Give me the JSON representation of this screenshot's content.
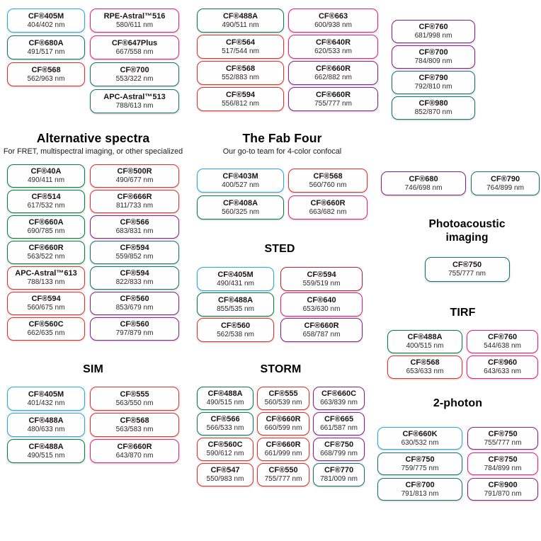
{
  "palette": {
    "blue": "#29ABE2",
    "green": "#00843D",
    "teal": "#13766B",
    "red": "#E33127",
    "crimson": "#B02A30",
    "pink": "#EC1E79",
    "purple": "#87218A"
  },
  "sections": [
    {
      "id": "top-left",
      "cols": [
        [
          {
            "n": "CF®405M",
            "v": "404/402 nm",
            "c": "blue"
          },
          {
            "n": "CF®680A",
            "v": "491/517 nm",
            "c": "teal"
          },
          {
            "n": "CF®568",
            "v": "562/963 nm",
            "c": "red"
          }
        ],
        [
          {
            "n": "RPE-Astral™516",
            "v": "580/611 nm",
            "c": "pink"
          },
          {
            "n": "CF®647Plus",
            "v": "667/558 nm",
            "c": "pink"
          },
          {
            "n": "CF®700",
            "v": "553/322 nm",
            "c": "teal"
          },
          {
            "n": "APC-Astral™513",
            "v": "788/613 nm",
            "c": "teal"
          }
        ]
      ]
    },
    {
      "id": "top-mid",
      "cols": [
        [
          {
            "n": "CF®488A",
            "v": "490/511 nm",
            "c": "green"
          },
          {
            "n": "CF®564",
            "v": "517/544 nm",
            "c": "red"
          },
          {
            "n": "CF®568",
            "v": "552/883 nm",
            "c": "red"
          },
          {
            "n": "CF®594",
            "v": "556/812 nm",
            "c": "red"
          }
        ],
        [
          {
            "n": "CF®663",
            "v": "600/938 nm",
            "c": "pink"
          },
          {
            "n": "CF®640R",
            "v": "620/533 nm",
            "c": "pink"
          },
          {
            "n": "CF®660R",
            "v": "662/882 nm",
            "c": "purple"
          },
          {
            "n": "CF®660R",
            "v": "755/777 nm",
            "c": "purple"
          }
        ]
      ]
    },
    {
      "id": "top-right",
      "cols": [
        [
          {
            "n": "CF®760",
            "v": "681/998 nm",
            "c": "purple"
          },
          {
            "n": "CF®700",
            "v": "784/809 nm",
            "c": "purple"
          },
          {
            "n": "CF®790",
            "v": "792/810 nm",
            "c": "teal"
          },
          {
            "n": "CF®980",
            "v": "852/870 nm",
            "c": "teal"
          }
        ]
      ]
    },
    {
      "id": "alternative",
      "title": "Alternative spectra",
      "subtitle": "For FRET, multispectral imaging, or other specialized",
      "cols": [
        [
          {
            "n": "CF®40A",
            "v": "490/411 nm",
            "c": "green"
          },
          {
            "n": "CF®514",
            "v": "617/532 nm",
            "c": "green"
          },
          {
            "n": "CF®660A",
            "v": "690/785 nm",
            "c": "green"
          },
          {
            "n": "CF®660R",
            "v": "563/522 nm",
            "c": "green"
          },
          {
            "n": "APC-Astral™613",
            "v": "788/133 nm",
            "c": "red"
          },
          {
            "n": "CF®594",
            "v": "560/675 nm",
            "c": "red"
          },
          {
            "n": "CF®560C",
            "v": "662/635 nm",
            "c": "red"
          }
        ],
        [
          {
            "n": "CF®500R",
            "v": "490/677 nm",
            "c": "red"
          },
          {
            "n": "CF®666R",
            "v": "811/733 nm",
            "c": "red"
          },
          {
            "n": "CF®566",
            "v": "683/831 nm",
            "c": "purple"
          },
          {
            "n": "CF®594",
            "v": "559/852 nm",
            "c": "teal"
          },
          {
            "n": "CF®594",
            "v": "822/833 nm",
            "c": "teal"
          },
          {
            "n": "CF®560",
            "v": "853/679 nm",
            "c": "purple"
          },
          {
            "n": "CF®560",
            "v": "797/879 nm",
            "c": "purple"
          }
        ]
      ]
    },
    {
      "id": "fabfour",
      "title": "The Fab Four",
      "subtitle": "Our go-to team for 4-color confocal",
      "cols": [
        [
          {
            "n": "CF®403M",
            "v": "400/527 nm",
            "c": "blue"
          },
          {
            "n": "CF®408A",
            "v": "560/325 nm",
            "c": "green"
          }
        ],
        [
          {
            "n": "CF®568",
            "v": "560/760 nm",
            "c": "red"
          },
          {
            "n": "CF®660R",
            "v": "663/682 nm",
            "c": "pink"
          }
        ]
      ]
    },
    {
      "id": "sted",
      "title": "STED",
      "cols": [
        [
          {
            "n": "CF®405M",
            "v": "490/431 nm",
            "c": "blue"
          },
          {
            "n": "CF®488A",
            "v": "855/535 nm",
            "c": "green"
          },
          {
            "n": "CF®560",
            "v": "562/538 nm",
            "c": "red"
          }
        ],
        [
          {
            "n": "CF®594",
            "v": "559/519 nm",
            "c": "crimson"
          },
          {
            "n": "CF®640",
            "v": "653/630 nm",
            "c": "pink"
          },
          {
            "n": "CF®660R",
            "v": "658/787 nm",
            "c": "purple"
          }
        ]
      ]
    },
    {
      "id": "pair",
      "cols": [
        [
          {
            "n": "CF®680",
            "v": "746/698 nm",
            "c": "purple"
          }
        ],
        [
          {
            "n": "CF®790",
            "v": "764/899 nm",
            "c": "teal"
          }
        ]
      ]
    },
    {
      "id": "photoacoustic",
      "title": "Photoacoustic\nimaging",
      "cols": [
        [
          {
            "n": "CF®750",
            "v": "755/777 nm",
            "c": "teal"
          }
        ]
      ]
    },
    {
      "id": "tirf",
      "title": "TIRF",
      "cols": [
        [
          {
            "n": "CF®488A",
            "v": "400/515 nm",
            "c": "green"
          },
          {
            "n": "CF®568",
            "v": "653/633 nm",
            "c": "red"
          }
        ],
        [
          {
            "n": "CF®760",
            "v": "544/638 nm",
            "c": "pink"
          },
          {
            "n": "CF®960",
            "v": "643/633 nm",
            "c": "pink"
          }
        ]
      ]
    },
    {
      "id": "sim",
      "title": "SIM",
      "cols": [
        [
          {
            "n": "CF®405M",
            "v": "401/432 nm",
            "c": "blue"
          },
          {
            "n": "CF®488A",
            "v": "480/633 nm",
            "c": "blue"
          },
          {
            "n": "CF®488A",
            "v": "490/515 nm",
            "c": "green"
          }
        ],
        [
          {
            "n": "CF®555",
            "v": "563/550 nm",
            "c": "red"
          },
          {
            "n": "CF®568",
            "v": "563/583 nm",
            "c": "red"
          },
          {
            "n": "CF®660R",
            "v": "643/870 nm",
            "c": "pink"
          }
        ]
      ]
    },
    {
      "id": "storm",
      "title": "STORM",
      "cols": [
        [
          {
            "n": "CF®488A",
            "v": "490/515 nm",
            "c": "green"
          },
          {
            "n": "CF®566",
            "v": "566/533 nm",
            "c": "teal"
          },
          {
            "n": "CF®560C",
            "v": "590/612 nm",
            "c": "red"
          },
          {
            "n": "CF®547",
            "v": "550/983 nm",
            "c": "red"
          }
        ],
        [
          {
            "n": "CF®555",
            "v": "560/539 nm",
            "c": "red"
          },
          {
            "n": "CF®660R",
            "v": "660/599 nm",
            "c": "red"
          },
          {
            "n": "CF®660R",
            "v": "661/999 nm",
            "c": "red"
          },
          {
            "n": "CF®550",
            "v": "755/777 nm",
            "c": "red"
          }
        ],
        [
          {
            "n": "CF®660C",
            "v": "663/839 nm",
            "c": "purple"
          },
          {
            "n": "CF®665",
            "v": "661/587 nm",
            "c": "purple"
          },
          {
            "n": "CF®750",
            "v": "668/799 nm",
            "c": "purple"
          },
          {
            "n": "CF®770",
            "v": "781/009 nm",
            "c": "teal"
          }
        ]
      ]
    },
    {
      "id": "twophoton",
      "title": "2-photon",
      "cols": [
        [
          {
            "n": "CF®660K",
            "v": "630/532 nm",
            "c": "blue"
          },
          {
            "n": "CF®750",
            "v": "759/775 nm",
            "c": "teal"
          },
          {
            "n": "CF®700",
            "v": "791/813 nm",
            "c": "teal"
          }
        ],
        [
          {
            "n": "CF®750",
            "v": "755/777 nm",
            "c": "purple"
          },
          {
            "n": "CF®750",
            "v": "784/899 nm",
            "c": "pink"
          },
          {
            "n": "CF®900",
            "v": "791/870 nm",
            "c": "purple"
          }
        ]
      ]
    }
  ]
}
